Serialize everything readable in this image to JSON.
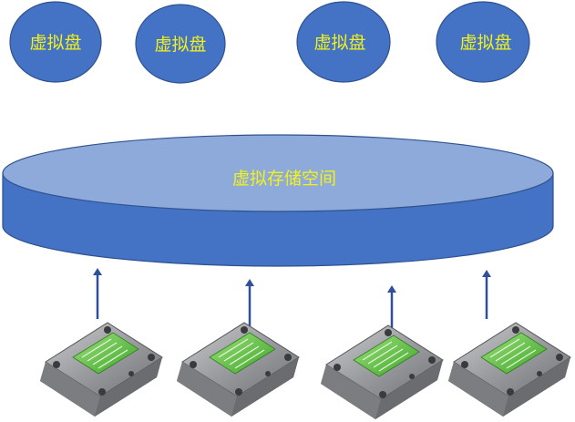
{
  "virtual_disks": [
    {
      "label": "虚拟盘"
    },
    {
      "label": "虚拟盘"
    },
    {
      "label": "虚拟盘"
    },
    {
      "label": "虚拟盘"
    }
  ],
  "storage_pool": {
    "label": "虚拟存储空间"
  },
  "physical_drives": [
    {
      "icon": "hard-drive-icon"
    },
    {
      "icon": "hard-drive-icon"
    },
    {
      "icon": "hard-drive-icon"
    },
    {
      "icon": "hard-drive-icon"
    }
  ],
  "colors": {
    "circle_fill": "#4472c4",
    "circle_stroke": "#2f528f",
    "pool_top": "#8eaadb",
    "pool_body": "#4472c4",
    "text": "#f2f21a",
    "arrow": "#2f4f9c",
    "drive_body": "#8a8c8e",
    "drive_label": "#5fbf3a"
  }
}
